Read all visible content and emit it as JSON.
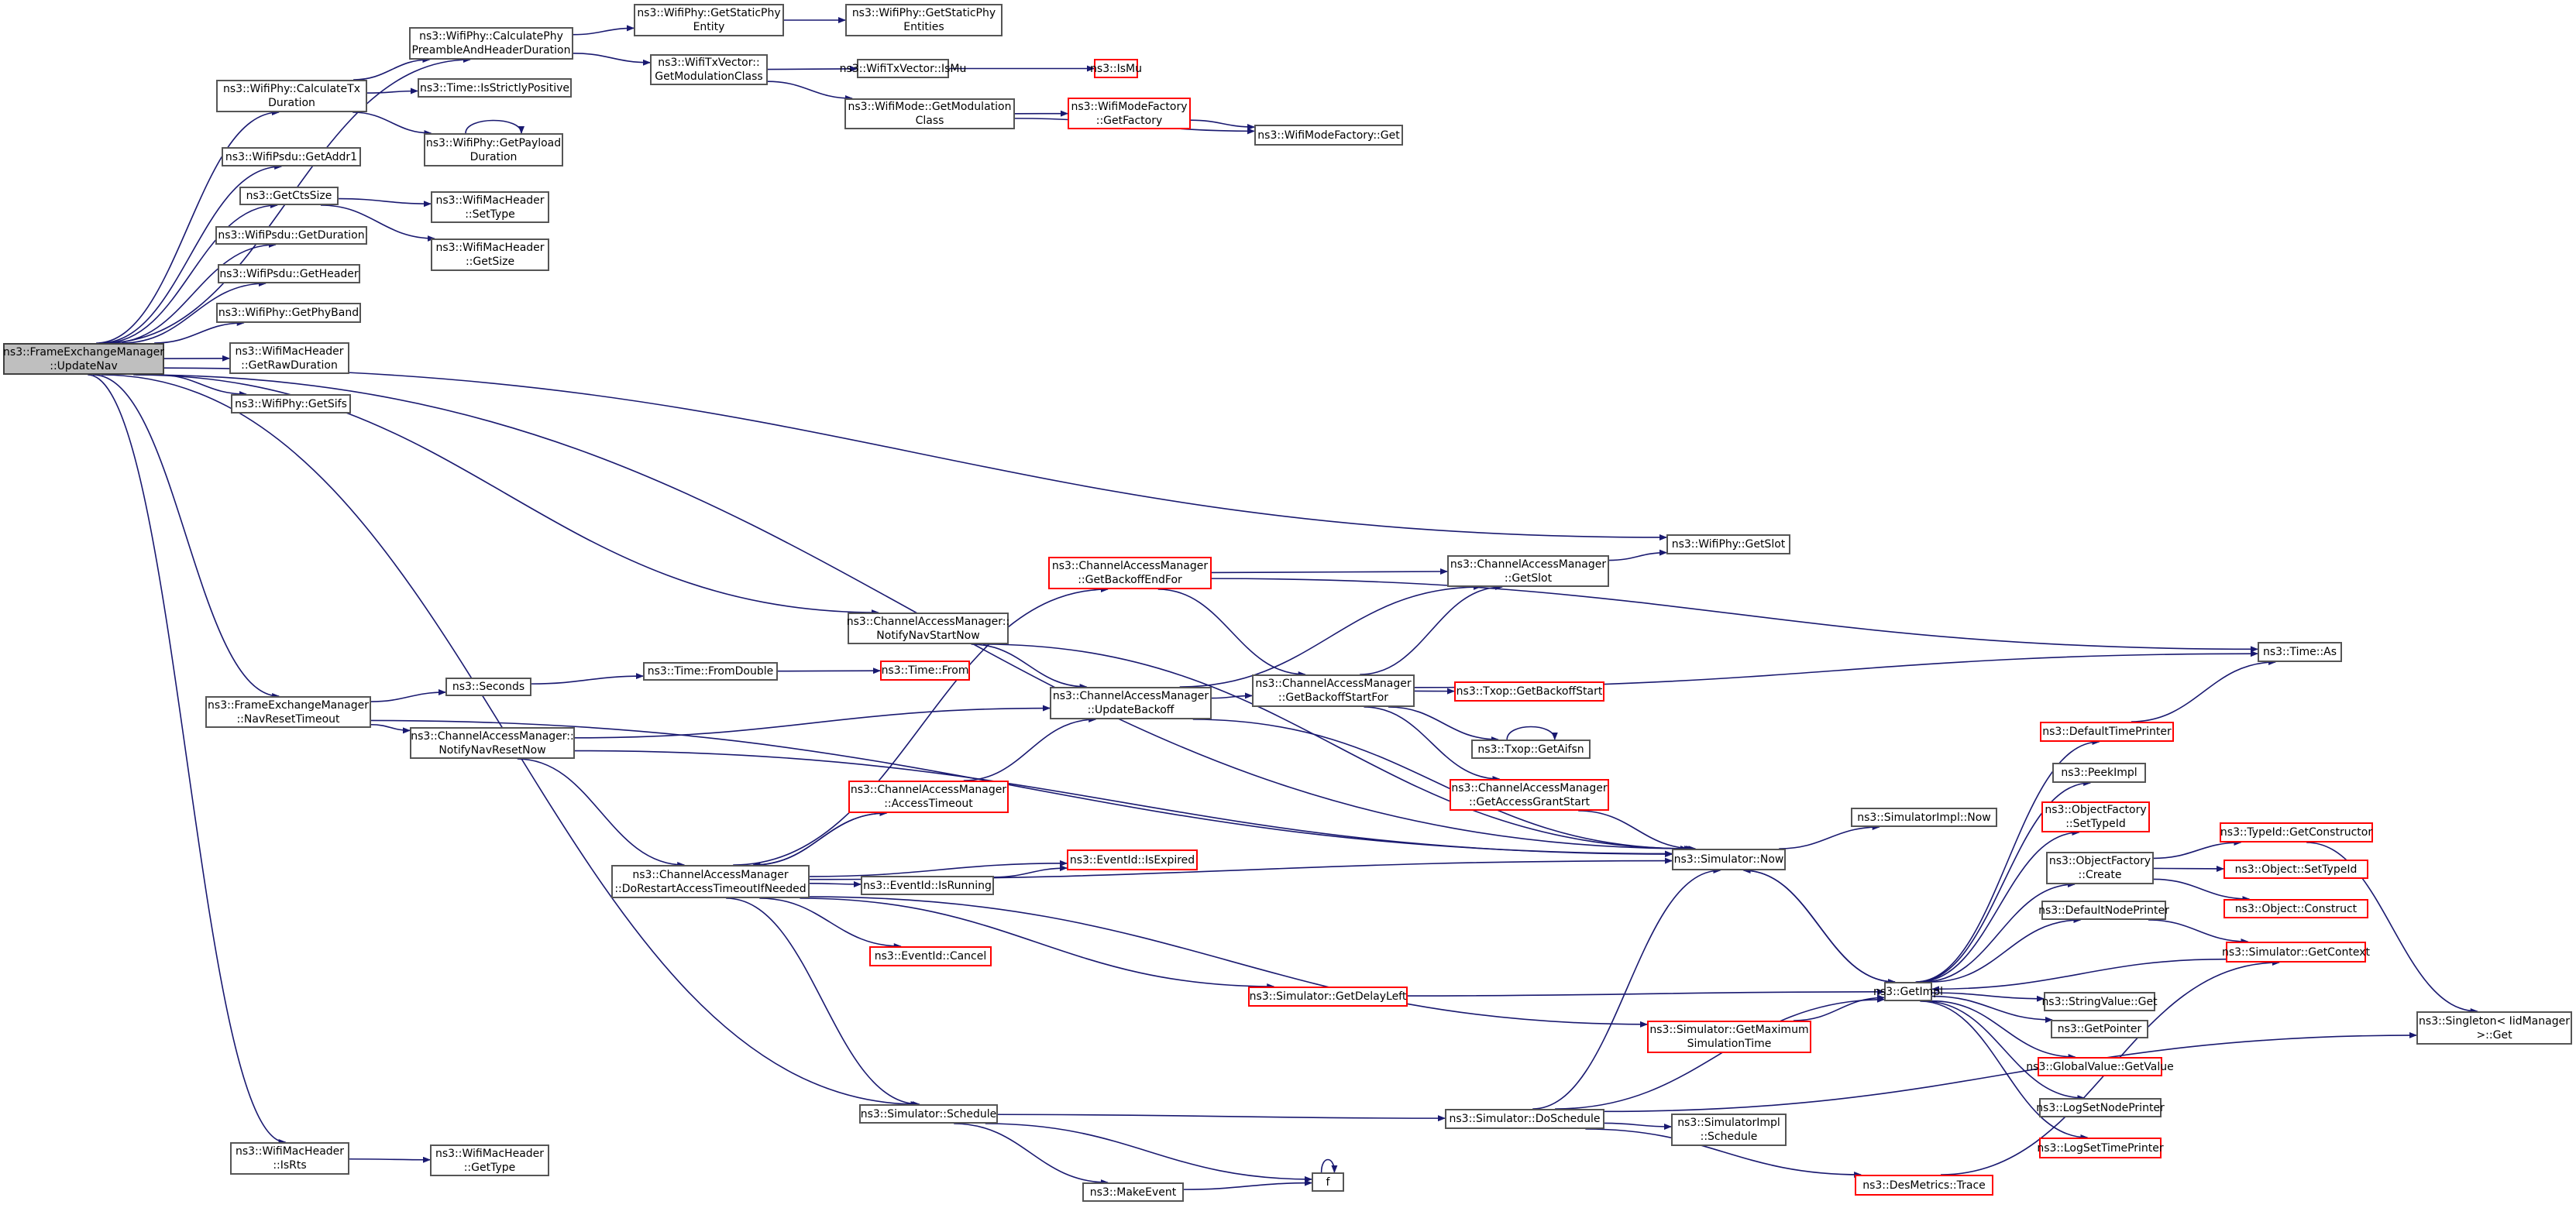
{
  "colors": {
    "edge": "#191970",
    "node_border": "#555555",
    "node_border_incomplete": "#ff0000",
    "root_fill": "#bfbfbf",
    "background": "#ffffff"
  },
  "nodes": [
    {
      "id": "n0",
      "lines": [
        "ns3::FrameExchangeManager",
        "::UpdateNav"
      ],
      "style": "root"
    },
    {
      "id": "n1",
      "lines": [
        "ns3::WifiPhy::CalculatePhy",
        "PreambleAndHeaderDuration"
      ],
      "style": "normal"
    },
    {
      "id": "n2",
      "lines": [
        "ns3::WifiPhy::GetStaticPhy",
        "Entity"
      ],
      "style": "normal"
    },
    {
      "id": "n3",
      "lines": [
        "ns3::WifiPhy::GetStaticPhy",
        "Entities"
      ],
      "style": "normal"
    },
    {
      "id": "n4",
      "lines": [
        "ns3::WifiTxVector::",
        "GetModulationClass"
      ],
      "style": "normal"
    },
    {
      "id": "n5",
      "lines": [
        "ns3::WifiTxVector::IsMu"
      ],
      "style": "normal"
    },
    {
      "id": "n6",
      "lines": [
        "ns3::IsMu"
      ],
      "style": "red"
    },
    {
      "id": "n7",
      "lines": [
        "ns3::WifiMode::GetModulation",
        "Class"
      ],
      "style": "normal"
    },
    {
      "id": "n8",
      "lines": [
        "ns3::WifiModeFactory",
        "::GetFactory"
      ],
      "style": "red"
    },
    {
      "id": "n9",
      "lines": [
        "ns3::WifiModeFactory::Get"
      ],
      "style": "normal"
    },
    {
      "id": "n10",
      "lines": [
        "ns3::WifiPhy::CalculateTx",
        "Duration"
      ],
      "style": "normal"
    },
    {
      "id": "n11",
      "lines": [
        "ns3::Time::IsStrictlyPositive"
      ],
      "style": "normal"
    },
    {
      "id": "n12",
      "lines": [
        "ns3::WifiPhy::GetPayload",
        "Duration"
      ],
      "style": "normal"
    },
    {
      "id": "n13",
      "lines": [
        "ns3::WifiPsdu::GetAddr1"
      ],
      "style": "normal"
    },
    {
      "id": "n14",
      "lines": [
        "ns3::GetCtsSize"
      ],
      "style": "normal"
    },
    {
      "id": "n15",
      "lines": [
        "ns3::WifiMacHeader",
        "::SetType"
      ],
      "style": "normal"
    },
    {
      "id": "n16",
      "lines": [
        "ns3::WifiMacHeader",
        "::GetSize"
      ],
      "style": "normal"
    },
    {
      "id": "n17",
      "lines": [
        "ns3::WifiPsdu::GetDuration"
      ],
      "style": "normal"
    },
    {
      "id": "n18",
      "lines": [
        "ns3::WifiPsdu::GetHeader"
      ],
      "style": "normal"
    },
    {
      "id": "n19",
      "lines": [
        "ns3::WifiPhy::GetPhyBand"
      ],
      "style": "normal"
    },
    {
      "id": "n20",
      "lines": [
        "ns3::WifiMacHeader",
        "::GetRawDuration"
      ],
      "style": "normal"
    },
    {
      "id": "n21",
      "lines": [
        "ns3::WifiPhy::GetSifs"
      ],
      "style": "normal"
    },
    {
      "id": "n22",
      "lines": [
        "ns3::WifiPhy::GetSlot"
      ],
      "style": "normal"
    },
    {
      "id": "n23",
      "lines": [
        "ns3::ChannelAccessManager",
        "::GetBackoffEndFor"
      ],
      "style": "red"
    },
    {
      "id": "n24",
      "lines": [
        "ns3::ChannelAccessManager",
        "::GetSlot"
      ],
      "style": "normal"
    },
    {
      "id": "n25",
      "lines": [
        "ns3::ChannelAccessManager::",
        "NotifyNavStartNow"
      ],
      "style": "normal"
    },
    {
      "id": "n26",
      "lines": [
        "ns3::Time::As"
      ],
      "style": "normal"
    },
    {
      "id": "n27",
      "lines": [
        "ns3::Seconds"
      ],
      "style": "normal"
    },
    {
      "id": "n28",
      "lines": [
        "ns3::Time::FromDouble"
      ],
      "style": "normal"
    },
    {
      "id": "n29",
      "lines": [
        "ns3::Time::From"
      ],
      "style": "red"
    },
    {
      "id": "n30",
      "lines": [
        "ns3::FrameExchangeManager",
        "::NavResetTimeout"
      ],
      "style": "normal"
    },
    {
      "id": "n31",
      "lines": [
        "ns3::ChannelAccessManager",
        "::UpdateBackoff"
      ],
      "style": "normal"
    },
    {
      "id": "n32",
      "lines": [
        "ns3::ChannelAccessManager",
        "::GetBackoffStartFor"
      ],
      "style": "normal"
    },
    {
      "id": "n33",
      "lines": [
        "ns3::Txop::GetBackoffStart"
      ],
      "style": "red"
    },
    {
      "id": "n34",
      "lines": [
        "ns3::ChannelAccessManager::",
        "NotifyNavResetNow"
      ],
      "style": "normal"
    },
    {
      "id": "n35",
      "lines": [
        "ns3::DefaultTimePrinter"
      ],
      "style": "red"
    },
    {
      "id": "n36",
      "lines": [
        "ns3::Txop::GetAifsn"
      ],
      "style": "normal"
    },
    {
      "id": "n37",
      "lines": [
        "ns3::PeekImpl"
      ],
      "style": "normal"
    },
    {
      "id": "n38",
      "lines": [
        "ns3::ChannelAccessManager",
        "::AccessTimeout"
      ],
      "style": "red"
    },
    {
      "id": "n39",
      "lines": [
        "ns3::ChannelAccessManager",
        "::GetAccessGrantStart"
      ],
      "style": "red"
    },
    {
      "id": "n40",
      "lines": [
        "ns3::SimulatorImpl::Now"
      ],
      "style": "normal"
    },
    {
      "id": "n41",
      "lines": [
        "ns3::ObjectFactory",
        "::SetTypeId"
      ],
      "style": "red"
    },
    {
      "id": "n42",
      "lines": [
        "ns3::TypeId::GetConstructor"
      ],
      "style": "red"
    },
    {
      "id": "n43",
      "lines": [
        "ns3::EventId::IsRunning"
      ],
      "style": "normal"
    },
    {
      "id": "n44",
      "lines": [
        "ns3::EventId::IsExpired"
      ],
      "style": "red"
    },
    {
      "id": "n45",
      "lines": [
        "ns3::Simulator::Now"
      ],
      "style": "normal"
    },
    {
      "id": "n46",
      "lines": [
        "ns3::ObjectFactory",
        "::Create"
      ],
      "style": "normal"
    },
    {
      "id": "n47",
      "lines": [
        "ns3::Object::SetTypeId"
      ],
      "style": "red"
    },
    {
      "id": "n48",
      "lines": [
        "ns3::ChannelAccessManager",
        "::DoRestartAccessTimeoutIfNeeded"
      ],
      "style": "normal"
    },
    {
      "id": "n49",
      "lines": [
        "ns3::Object::Construct"
      ],
      "style": "red"
    },
    {
      "id": "n50",
      "lines": [
        "ns3::DefaultNodePrinter"
      ],
      "style": "normal"
    },
    {
      "id": "n51",
      "lines": [
        "ns3::EventId::Cancel"
      ],
      "style": "red"
    },
    {
      "id": "n52",
      "lines": [
        "ns3::Simulator::GetContext"
      ],
      "style": "red"
    },
    {
      "id": "n53",
      "lines": [
        "ns3::Simulator::GetDelayLeft"
      ],
      "style": "red"
    },
    {
      "id": "n54",
      "lines": [
        "ns3::GetImpl"
      ],
      "style": "normal"
    },
    {
      "id": "n55",
      "lines": [
        "ns3::StringValue::Get"
      ],
      "style": "normal"
    },
    {
      "id": "n56",
      "lines": [
        "ns3::GetPointer"
      ],
      "style": "normal"
    },
    {
      "id": "n57",
      "lines": [
        "ns3::Simulator::GetMaximum",
        "SimulationTime"
      ],
      "style": "red"
    },
    {
      "id": "n58",
      "lines": [
        "ns3::Singleton< IidManager",
        " >::Get"
      ],
      "style": "normal"
    },
    {
      "id": "n59",
      "lines": [
        "ns3::GlobalValue::GetValue"
      ],
      "style": "red"
    },
    {
      "id": "n60",
      "lines": [
        "ns3::LogSetNodePrinter"
      ],
      "style": "normal"
    },
    {
      "id": "n61",
      "lines": [
        "ns3::Simulator::Schedule"
      ],
      "style": "normal"
    },
    {
      "id": "n62",
      "lines": [
        "ns3::Simulator::DoSchedule"
      ],
      "style": "normal"
    },
    {
      "id": "n63",
      "lines": [
        "ns3::SimulatorImpl",
        "::Schedule"
      ],
      "style": "normal"
    },
    {
      "id": "n64",
      "lines": [
        "ns3::LogSetTimePrinter"
      ],
      "style": "red"
    },
    {
      "id": "n65",
      "lines": [
        "f"
      ],
      "style": "normal"
    },
    {
      "id": "n66",
      "lines": [
        "ns3::WifiMacHeader",
        "::IsRts"
      ],
      "style": "normal"
    },
    {
      "id": "n67",
      "lines": [
        "ns3::WifiMacHeader",
        "::GetType"
      ],
      "style": "normal"
    },
    {
      "id": "n68",
      "lines": [
        "ns3::DesMetrics::Trace"
      ],
      "style": "red"
    },
    {
      "id": "n69",
      "lines": [
        "ns3::MakeEvent"
      ],
      "style": "normal"
    }
  ],
  "edges": [
    [
      "n0",
      "n1"
    ],
    [
      "n0",
      "n10"
    ],
    [
      "n0",
      "n13"
    ],
    [
      "n0",
      "n14"
    ],
    [
      "n0",
      "n17"
    ],
    [
      "n0",
      "n18"
    ],
    [
      "n0",
      "n19"
    ],
    [
      "n0",
      "n20"
    ],
    [
      "n0",
      "n21"
    ],
    [
      "n0",
      "n22"
    ],
    [
      "n0",
      "n45"
    ],
    [
      "n0",
      "n25"
    ],
    [
      "n0",
      "n30"
    ],
    [
      "n0",
      "n61"
    ],
    [
      "n0",
      "n66"
    ],
    [
      "n1",
      "n2"
    ],
    [
      "n1",
      "n4"
    ],
    [
      "n2",
      "n3"
    ],
    [
      "n4",
      "n5"
    ],
    [
      "n4",
      "n7"
    ],
    [
      "n5",
      "n6"
    ],
    [
      "n7",
      "n8"
    ],
    [
      "n7",
      "n9"
    ],
    [
      "n8",
      "n9"
    ],
    [
      "n10",
      "n1"
    ],
    [
      "n10",
      "n11"
    ],
    [
      "n10",
      "n12"
    ],
    [
      "n12",
      "n12"
    ],
    [
      "n14",
      "n15"
    ],
    [
      "n14",
      "n16"
    ],
    [
      "n23",
      "n26"
    ],
    [
      "n23",
      "n24"
    ],
    [
      "n23",
      "n32"
    ],
    [
      "n24",
      "n22"
    ],
    [
      "n25",
      "n31"
    ],
    [
      "n25",
      "n45"
    ],
    [
      "n27",
      "n28"
    ],
    [
      "n28",
      "n29"
    ],
    [
      "n30",
      "n27"
    ],
    [
      "n30",
      "n34"
    ],
    [
      "n30",
      "n45"
    ],
    [
      "n31",
      "n24"
    ],
    [
      "n31",
      "n32"
    ],
    [
      "n31",
      "n45"
    ],
    [
      "n32",
      "n24"
    ],
    [
      "n32",
      "n26"
    ],
    [
      "n32",
      "n33"
    ],
    [
      "n32",
      "n36"
    ],
    [
      "n32",
      "n39"
    ],
    [
      "n34",
      "n31"
    ],
    [
      "n34",
      "n48"
    ],
    [
      "n34",
      "n45"
    ],
    [
      "n35",
      "n26"
    ],
    [
      "n36",
      "n36"
    ],
    [
      "n38",
      "n31"
    ],
    [
      "n38",
      "n48"
    ],
    [
      "n39",
      "n45"
    ],
    [
      "n42",
      "n58"
    ],
    [
      "n43",
      "n44"
    ],
    [
      "n45",
      "n40"
    ],
    [
      "n45",
      "n54"
    ],
    [
      "n46",
      "n42"
    ],
    [
      "n46",
      "n47"
    ],
    [
      "n46",
      "n49"
    ],
    [
      "n48",
      "n23"
    ],
    [
      "n48",
      "n38"
    ],
    [
      "n48",
      "n43"
    ],
    [
      "n48",
      "n44"
    ],
    [
      "n48",
      "n45"
    ],
    [
      "n48",
      "n51"
    ],
    [
      "n48",
      "n53"
    ],
    [
      "n48",
      "n57"
    ],
    [
      "n48",
      "n61"
    ],
    [
      "n50",
      "n52"
    ],
    [
      "n52",
      "n54"
    ],
    [
      "n53",
      "n54"
    ],
    [
      "n54",
      "n35"
    ],
    [
      "n54",
      "n37"
    ],
    [
      "n54",
      "n41"
    ],
    [
      "n54",
      "n46"
    ],
    [
      "n54",
      "n50"
    ],
    [
      "n54",
      "n55"
    ],
    [
      "n54",
      "n56"
    ],
    [
      "n54",
      "n59"
    ],
    [
      "n54",
      "n60"
    ],
    [
      "n54",
      "n64"
    ],
    [
      "n54",
      "n45"
    ],
    [
      "n57",
      "n54"
    ],
    [
      "n61",
      "n62"
    ],
    [
      "n61",
      "n65"
    ],
    [
      "n61",
      "n69"
    ],
    [
      "n62",
      "n45"
    ],
    [
      "n62",
      "n54"
    ],
    [
      "n62",
      "n63"
    ],
    [
      "n62",
      "n68"
    ],
    [
      "n62",
      "n58"
    ],
    [
      "n65",
      "n65"
    ],
    [
      "n66",
      "n67"
    ],
    [
      "n68",
      "n52"
    ],
    [
      "n69",
      "n65"
    ]
  ]
}
